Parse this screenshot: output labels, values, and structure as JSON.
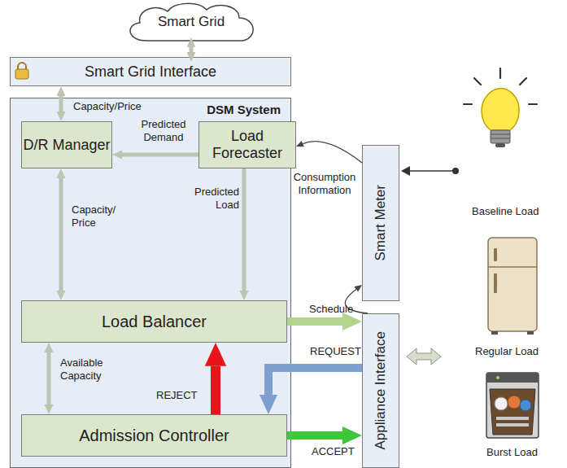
{
  "diagram": {
    "nodes": [
      {
        "text": [
          "Smart Grid"
        ]
      },
      {
        "text": [
          "Smart Grid Interface"
        ]
      },
      {
        "text": [
          "DSM System"
        ]
      },
      {
        "text": [
          "D/R Manager"
        ],
        "in": 2
      },
      {
        "text": [
          "Load Forecaster"
        ],
        "in": 2
      },
      {
        "text": [
          "Load Balancer"
        ],
        "in": 2
      },
      {
        "text": [
          "Admission Controller"
        ],
        "in": 2
      },
      {
        "text": [
          "Smart Meter"
        ]
      },
      {
        "text": [
          "Appliance Interface"
        ]
      }
    ],
    "edges": [
      {
        "from": 0,
        "to": 1,
        "arrow": "both"
      },
      {
        "from": 1,
        "to": 3,
        "label": "Capacity/Price",
        "arrow": "both"
      },
      {
        "from": 4,
        "to": 3,
        "label": "Predicted Demand",
        "arrow": "to"
      },
      {
        "from": 3,
        "to": 5,
        "label": "Capacity/ Price",
        "arrow": "both"
      },
      {
        "from": 4,
        "to": 5,
        "label": "Predicted Load",
        "arrow": "to"
      },
      {
        "from": 5,
        "to": 6,
        "label": "Available Capacity",
        "arrow": "both"
      },
      {
        "from": 6,
        "to": 5,
        "label": "REJECT",
        "arrow": "to"
      },
      {
        "from": 5,
        "to": 8,
        "label": "Schedule",
        "arrow": "to"
      },
      {
        "from": 8,
        "to": 6,
        "label": "REQUEST",
        "arrow": "to"
      },
      {
        "from": 6,
        "to": 8,
        "label": "ACCEPT",
        "arrow": "to"
      },
      {
        "from": 7,
        "to": 4,
        "label": "Consumption Information",
        "arrow": "to"
      },
      {
        "from": 8,
        "to": 7,
        "arrow": "to"
      }
    ],
    "labels": [
      "Baseline Load",
      "Regular Load",
      "Burst Load"
    ]
  }
}
